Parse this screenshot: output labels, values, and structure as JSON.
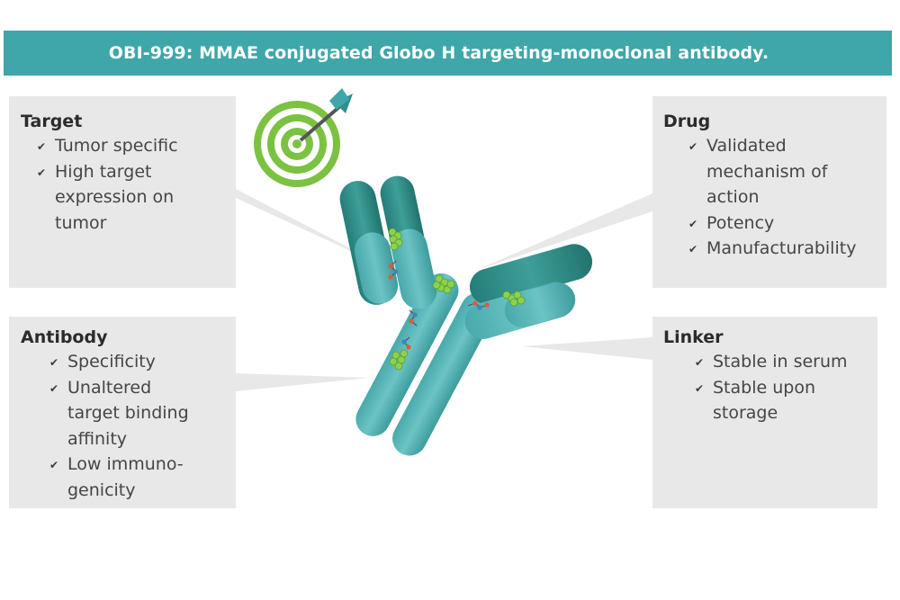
{
  "banner": {
    "title": "OBI-999: MMAE conjugated Globo H targeting-monoclonal antibody."
  },
  "target": {
    "title": "Target",
    "items": [
      "Tumor specific",
      "High target",
      "expression on",
      "tumor"
    ]
  },
  "drug": {
    "title": "Drug",
    "items": [
      "Validated",
      "mechanism of",
      "action",
      "Potency",
      "Manufacturability"
    ]
  },
  "antibody": {
    "title": "Antibody",
    "items": [
      "Specificity",
      "Unaltered",
      "target binding",
      "affinity",
      "Low immuno-",
      "genicity"
    ]
  },
  "linker": {
    "title": "Linker",
    "items": [
      "Stable in serum",
      "Stable upon",
      "storage"
    ]
  },
  "colors": {
    "banner": "#3fa7a9",
    "panel": "#e8e8e8",
    "antibody_dark": "#2f8f8a",
    "antibody_light": "#56b6b8",
    "target_green": "#7cc242",
    "payload_green": "#8fd14f"
  }
}
